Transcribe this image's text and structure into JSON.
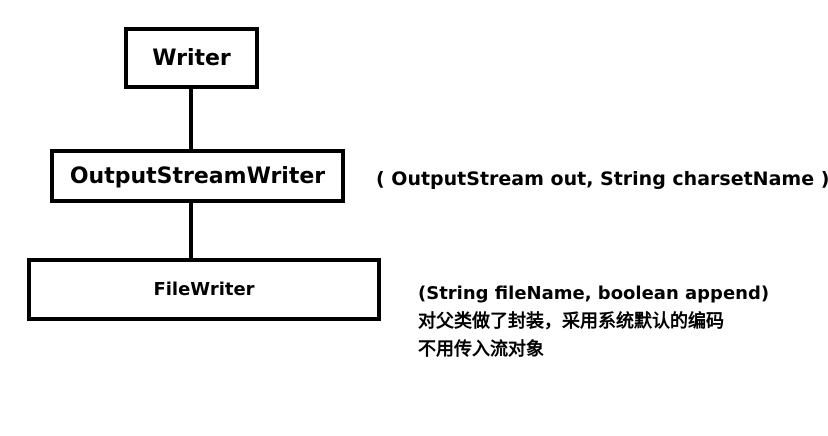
{
  "diagram": {
    "nodes": [
      {
        "id": "writer",
        "label": "Writer"
      },
      {
        "id": "output_stream_writer",
        "label": "OutputStreamWriter"
      },
      {
        "id": "file_writer",
        "label": "FileWriter"
      }
    ],
    "edges": [
      {
        "from": "writer",
        "to": "output_stream_writer"
      },
      {
        "from": "output_stream_writer",
        "to": "file_writer"
      }
    ],
    "annotations": {
      "output_stream_writer": "( OutputStream out, String charsetName )",
      "file_writer": [
        "(String fileName, boolean append)",
        "对父类做了封装，采用系统默认的编码",
        "不用传入流对象"
      ]
    }
  }
}
